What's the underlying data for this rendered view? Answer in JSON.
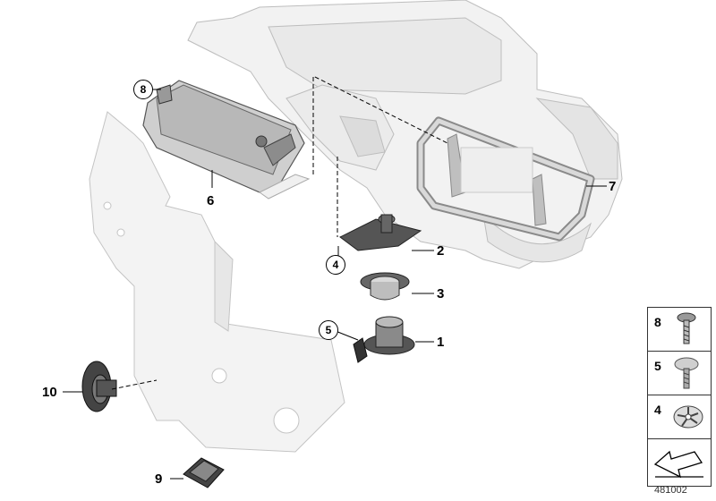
{
  "callouts": {
    "c1": "1",
    "c2": "2",
    "c3": "3",
    "c4": "4",
    "c5": "5",
    "c6": "6",
    "c7": "7",
    "c8": "8",
    "c9": "9",
    "c10": "10"
  },
  "legend": {
    "row1": "8",
    "row2": "5",
    "row3": "4"
  },
  "doc_number": "481002",
  "colors": {
    "part_fill": "#f1f1f1",
    "part_stroke": "#b5b5b5",
    "dark_part": "#444444",
    "line": "#000000"
  }
}
